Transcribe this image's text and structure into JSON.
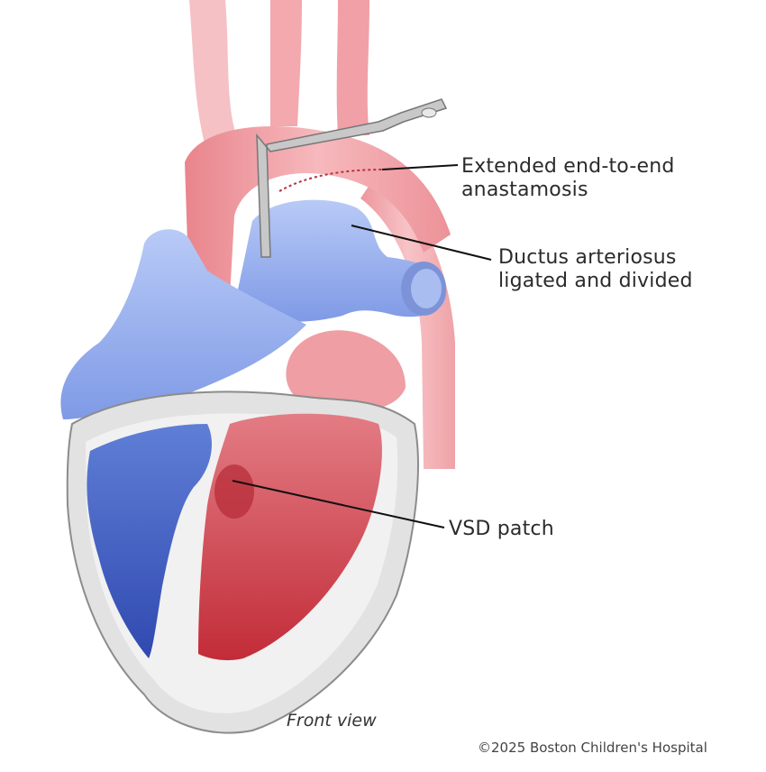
{
  "diagram": {
    "subject": "Heart after surgical repair (aortic arch and VSD)",
    "view_caption": "Front view",
    "credit": "©2025 Boston Children's Hospital",
    "labels": [
      {
        "id": "anastomosis",
        "line1": "Extended end-to-end",
        "line2": "anastamosis"
      },
      {
        "id": "ductus",
        "line1": "Ductus arteriosus",
        "line2": "ligated and divided"
      },
      {
        "id": "vsd",
        "line1": "VSD patch"
      }
    ],
    "colors": {
      "arterial_light": "#f1a3a8",
      "arterial_dark": "#c8303b",
      "venous_light": "#9cb5f2",
      "venous_dark": "#3552b8",
      "wall": "#d9d9d9",
      "instrument": "#b9b9b9",
      "suture": "#b8323c",
      "leader": "#111111"
    }
  }
}
